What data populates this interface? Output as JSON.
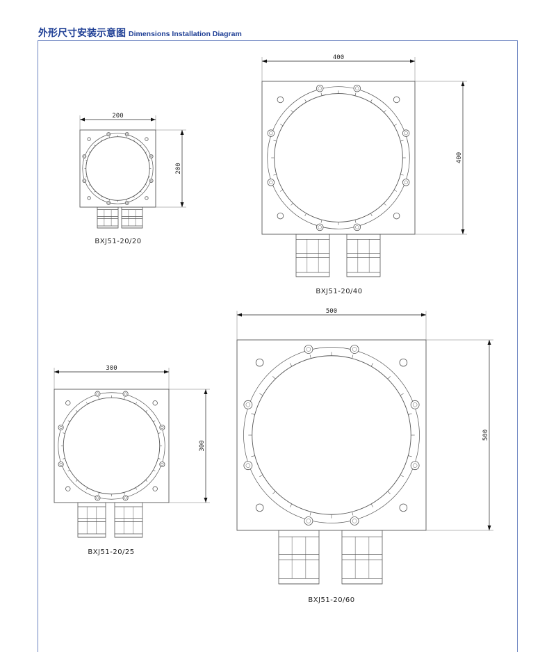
{
  "header": {
    "title_zh": "外形尺寸安装示意图",
    "title_en": "Dimensions Installation Diagram"
  },
  "colors": {
    "accent": "#1f3f95",
    "frame": "#6b83c0",
    "line": "#555555"
  },
  "devices": [
    {
      "model": "BXJ51-20/20",
      "width_label": "200",
      "height_label": "200"
    },
    {
      "model": "BXJ51-20/40",
      "width_label": "400",
      "height_label": "400"
    },
    {
      "model": "BXJ51-20/25",
      "width_label": "300",
      "height_label": "300"
    },
    {
      "model": "BXJ51-20/60",
      "width_label": "500",
      "height_label": "500"
    }
  ]
}
